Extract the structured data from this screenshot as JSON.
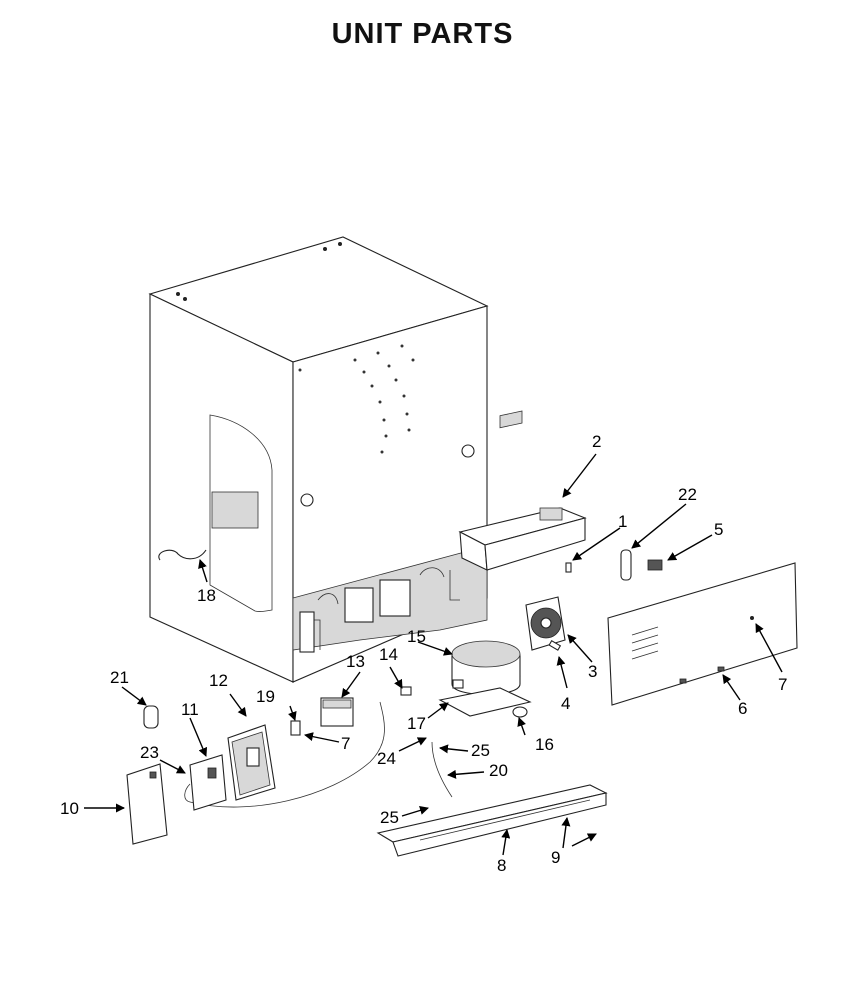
{
  "title": "UNIT PARTS",
  "callouts": [
    {
      "id": "c1",
      "label": "1"
    },
    {
      "id": "c2",
      "label": "2"
    },
    {
      "id": "c3",
      "label": "3"
    },
    {
      "id": "c4",
      "label": "4"
    },
    {
      "id": "c5",
      "label": "5"
    },
    {
      "id": "c6",
      "label": "6"
    },
    {
      "id": "c7a",
      "label": "7"
    },
    {
      "id": "c7b",
      "label": "7"
    },
    {
      "id": "c8",
      "label": "8"
    },
    {
      "id": "c9",
      "label": "9"
    },
    {
      "id": "c10",
      "label": "10"
    },
    {
      "id": "c11",
      "label": "11"
    },
    {
      "id": "c12",
      "label": "12"
    },
    {
      "id": "c13",
      "label": "13"
    },
    {
      "id": "c14",
      "label": "14"
    },
    {
      "id": "c15",
      "label": "15"
    },
    {
      "id": "c16",
      "label": "16"
    },
    {
      "id": "c17",
      "label": "17"
    },
    {
      "id": "c18",
      "label": "18"
    },
    {
      "id": "c19",
      "label": "19"
    },
    {
      "id": "c20",
      "label": "20"
    },
    {
      "id": "c21",
      "label": "21"
    },
    {
      "id": "c22",
      "label": "22"
    },
    {
      "id": "c23",
      "label": "23"
    },
    {
      "id": "c24",
      "label": "24"
    },
    {
      "id": "c25a",
      "label": "25"
    },
    {
      "id": "c25b",
      "label": "25"
    }
  ]
}
